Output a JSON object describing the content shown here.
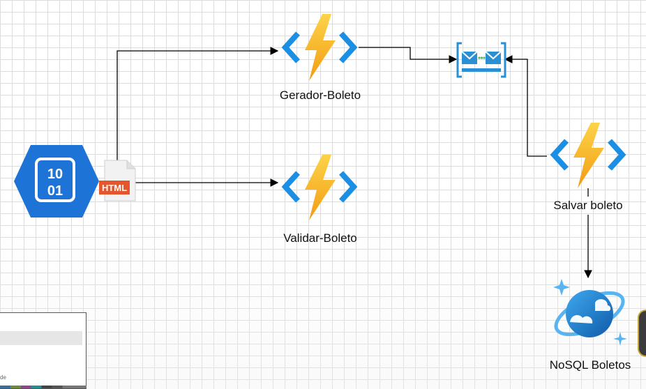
{
  "nodes": {
    "gerador": {
      "label": "Gerador-Boleto"
    },
    "validar": {
      "label": "Validar-Boleto"
    },
    "salvar": {
      "label": "Salvar boleto"
    },
    "nosql": {
      "label": "NoSQL Boletos"
    },
    "blob": {
      "text_top": "10",
      "text_bottom": "01"
    },
    "html_file": {
      "badge": "HTML"
    }
  },
  "minimap": {
    "partial_text": "de"
  },
  "colors": {
    "function_bolt": "#f7b21e",
    "function_brackets": "#3aa0e0",
    "blob_blue": "#1e73d6",
    "queue_blue": "#2a8fd4",
    "html_orange": "#e4572e",
    "cosmos_blue": "#1f7fd1",
    "edge": "#000000"
  }
}
